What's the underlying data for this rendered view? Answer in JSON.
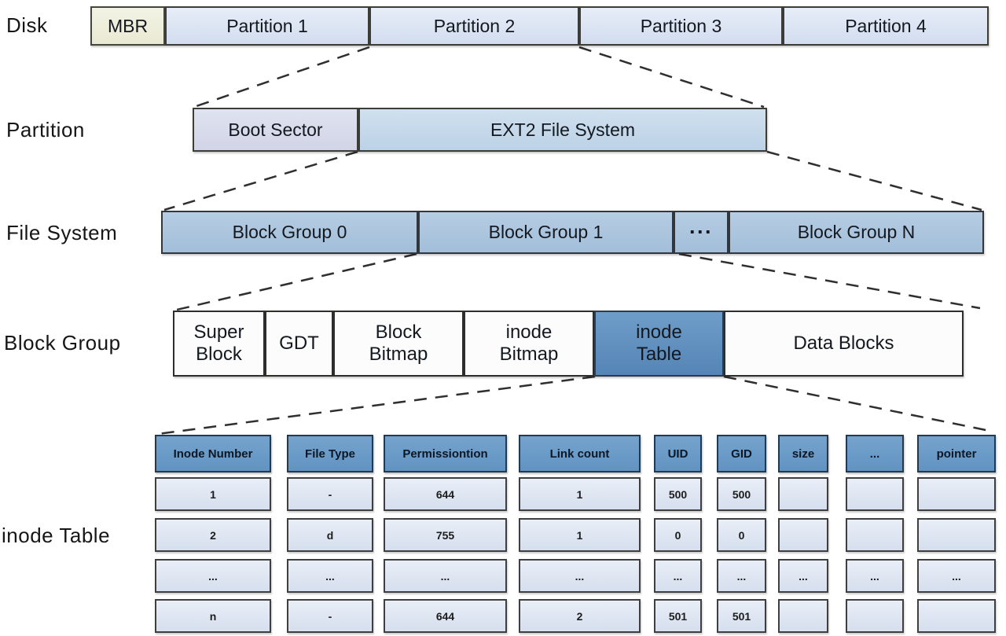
{
  "colors": {
    "mbr_cream": "#eeeedd",
    "partition_blue": "#dce4f2",
    "boot_lavender": "#d9dcec",
    "ext2_blue": "#c6d9eb",
    "block_group_blue": "#aac5df",
    "inode_highlight_blue": "#5b8dbe",
    "table_header_blue": "#6b9cc8",
    "table_cell_blue": "#dfe6f2",
    "line_color": "#2f2f2f"
  },
  "rows": {
    "disk": {
      "label": "Disk",
      "segments": [
        "MBR",
        "Partition 1",
        "Partition 2",
        "Partition 3",
        "Partition 4"
      ]
    },
    "partition": {
      "label": "Partition",
      "segments": [
        "Boot Sector",
        "EXT2 File System"
      ]
    },
    "filesystem": {
      "label": "File System",
      "segments": [
        "Block Group 0",
        "Block Group 1",
        "···",
        "Block Group N"
      ]
    },
    "blockgroup": {
      "label": "Block Group",
      "segments": [
        "Super Block",
        "GDT",
        "Block Bitmap",
        "inode Bitmap",
        "inode Table",
        "Data Blocks"
      ]
    }
  },
  "inode_table": {
    "label": "inode Table",
    "headers": [
      "Inode Number",
      "File Type",
      "Permissiontion",
      "Link count",
      "UID",
      "GID",
      "size",
      "...",
      "pointer"
    ],
    "rows": [
      [
        "1",
        "-",
        "644",
        "1",
        "500",
        "500",
        "",
        "",
        ""
      ],
      [
        "2",
        "d",
        "755",
        "1",
        "0",
        "0",
        "",
        "",
        ""
      ],
      [
        "...",
        "...",
        "...",
        "...",
        "...",
        "...",
        "...",
        "...",
        "..."
      ],
      [
        "n",
        "-",
        "644",
        "2",
        "501",
        "501",
        "",
        "",
        ""
      ]
    ]
  }
}
